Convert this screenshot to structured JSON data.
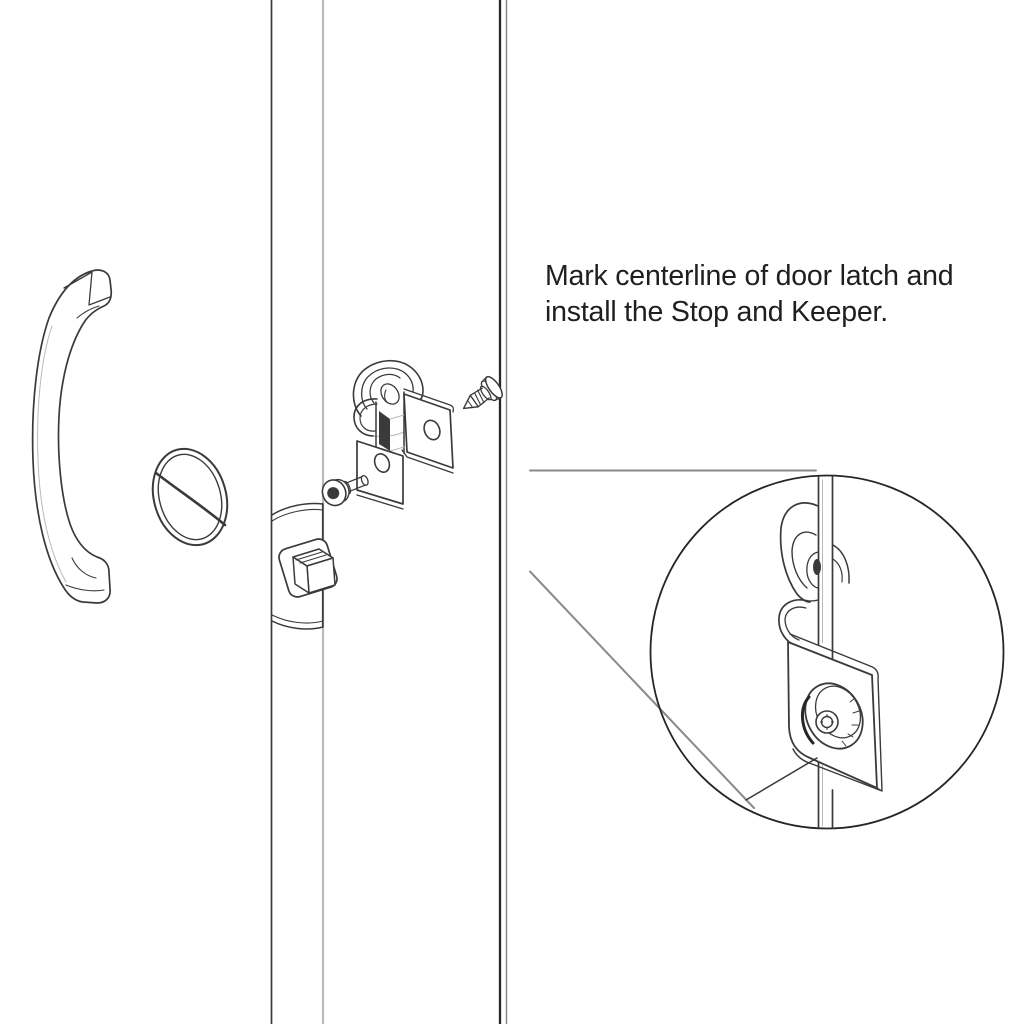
{
  "instruction": {
    "line1": "Mark centerline of door latch and",
    "line2": "install the Stop and Keeper."
  },
  "colors": {
    "background": "#ffffff",
    "line_dark": "#3a3a3a",
    "line_strong": "#262626",
    "line_medium": "#8a8a8a",
    "line_light": "#b9b9b9",
    "fill_white": "#ffffff",
    "text": "#1f1f1f"
  },
  "illustration": {
    "door_pull_handle": "curved door pull handle",
    "thumb_turn_disc": "oval thumb-turn / escutcheon disc with slot",
    "door_frame_lines": "vertical door stile and jamb edges",
    "door_latch": "latch cylinder with square latch knob",
    "keeper_bracket": "stop and keeper bracket (exploded view)",
    "mounting_screws": "two pan-head mounting screws",
    "detail_view": "magnified circular detail of installed stop and keeper"
  }
}
